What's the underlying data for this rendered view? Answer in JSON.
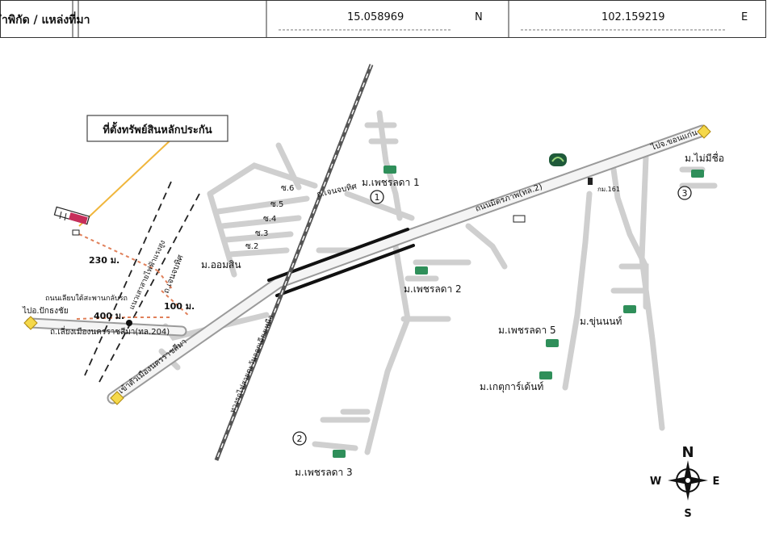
{
  "header": {
    "title": "ำพิกัด / แหล่งที่มา",
    "latitude": "15.058969",
    "lat_dir": "N",
    "longitude": "102.159219",
    "lon_dir": "E"
  },
  "map": {
    "callout": "ที่ตั้งทรัพย์สินหลักประกัน",
    "roads": {
      "main_road": "ถนนมิตรภาพ(ทล.2)",
      "chen_jobthit_top": "ถ.เจนจบทิศ",
      "chen_jobthit_side": "ถ.เจนจบทิศ",
      "bypass_road": "ถ.เลี่ยงเมืองนครราชสีมา(ทล.204)",
      "frontage_road": "ถนนเลียบใต้สะพานกลับรถ",
      "railway_side": "แนวเสาสายไฟฟ้าแรงสูง",
      "railway": "ทางรถไฟสายตะวันออกเฉียงเหนือ",
      "lower_left": "เข้าตัวเมืองนครราชสีมา"
    },
    "destinations": {
      "to_pakthongchai": "ไปอ.ปักธงชัย",
      "to_khonkaen": "ไปจ.ขอนแก่น"
    },
    "sois": [
      "ซ.6",
      "ซ.5",
      "ซ.4",
      "ซ.3",
      "ซ.2"
    ],
    "villages": {
      "phetlada1": "ม.เพชรลดา 1",
      "phetlada2": "ม.เพชรลดา 2",
      "phetlada3": "ม.เพชรลดา 3",
      "phetlada5": "ม.เพชรลดา 5",
      "aomsin": "ม.ออมสิน",
      "khunnon": "ม.ขุ่นนนท์",
      "maimeechue": "ม.ไม่มีชื่อ",
      "ketkarden": "ม.เกตุการ์เด้นท์"
    },
    "markers": [
      "1",
      "2",
      "3"
    ],
    "distances": {
      "d230": "230 ม.",
      "d100": "100 ม.",
      "d400": "400 ม."
    },
    "km_marker": "กม.161",
    "compass": {
      "n": "N",
      "s": "S",
      "e": "E",
      "w": "W"
    }
  }
}
